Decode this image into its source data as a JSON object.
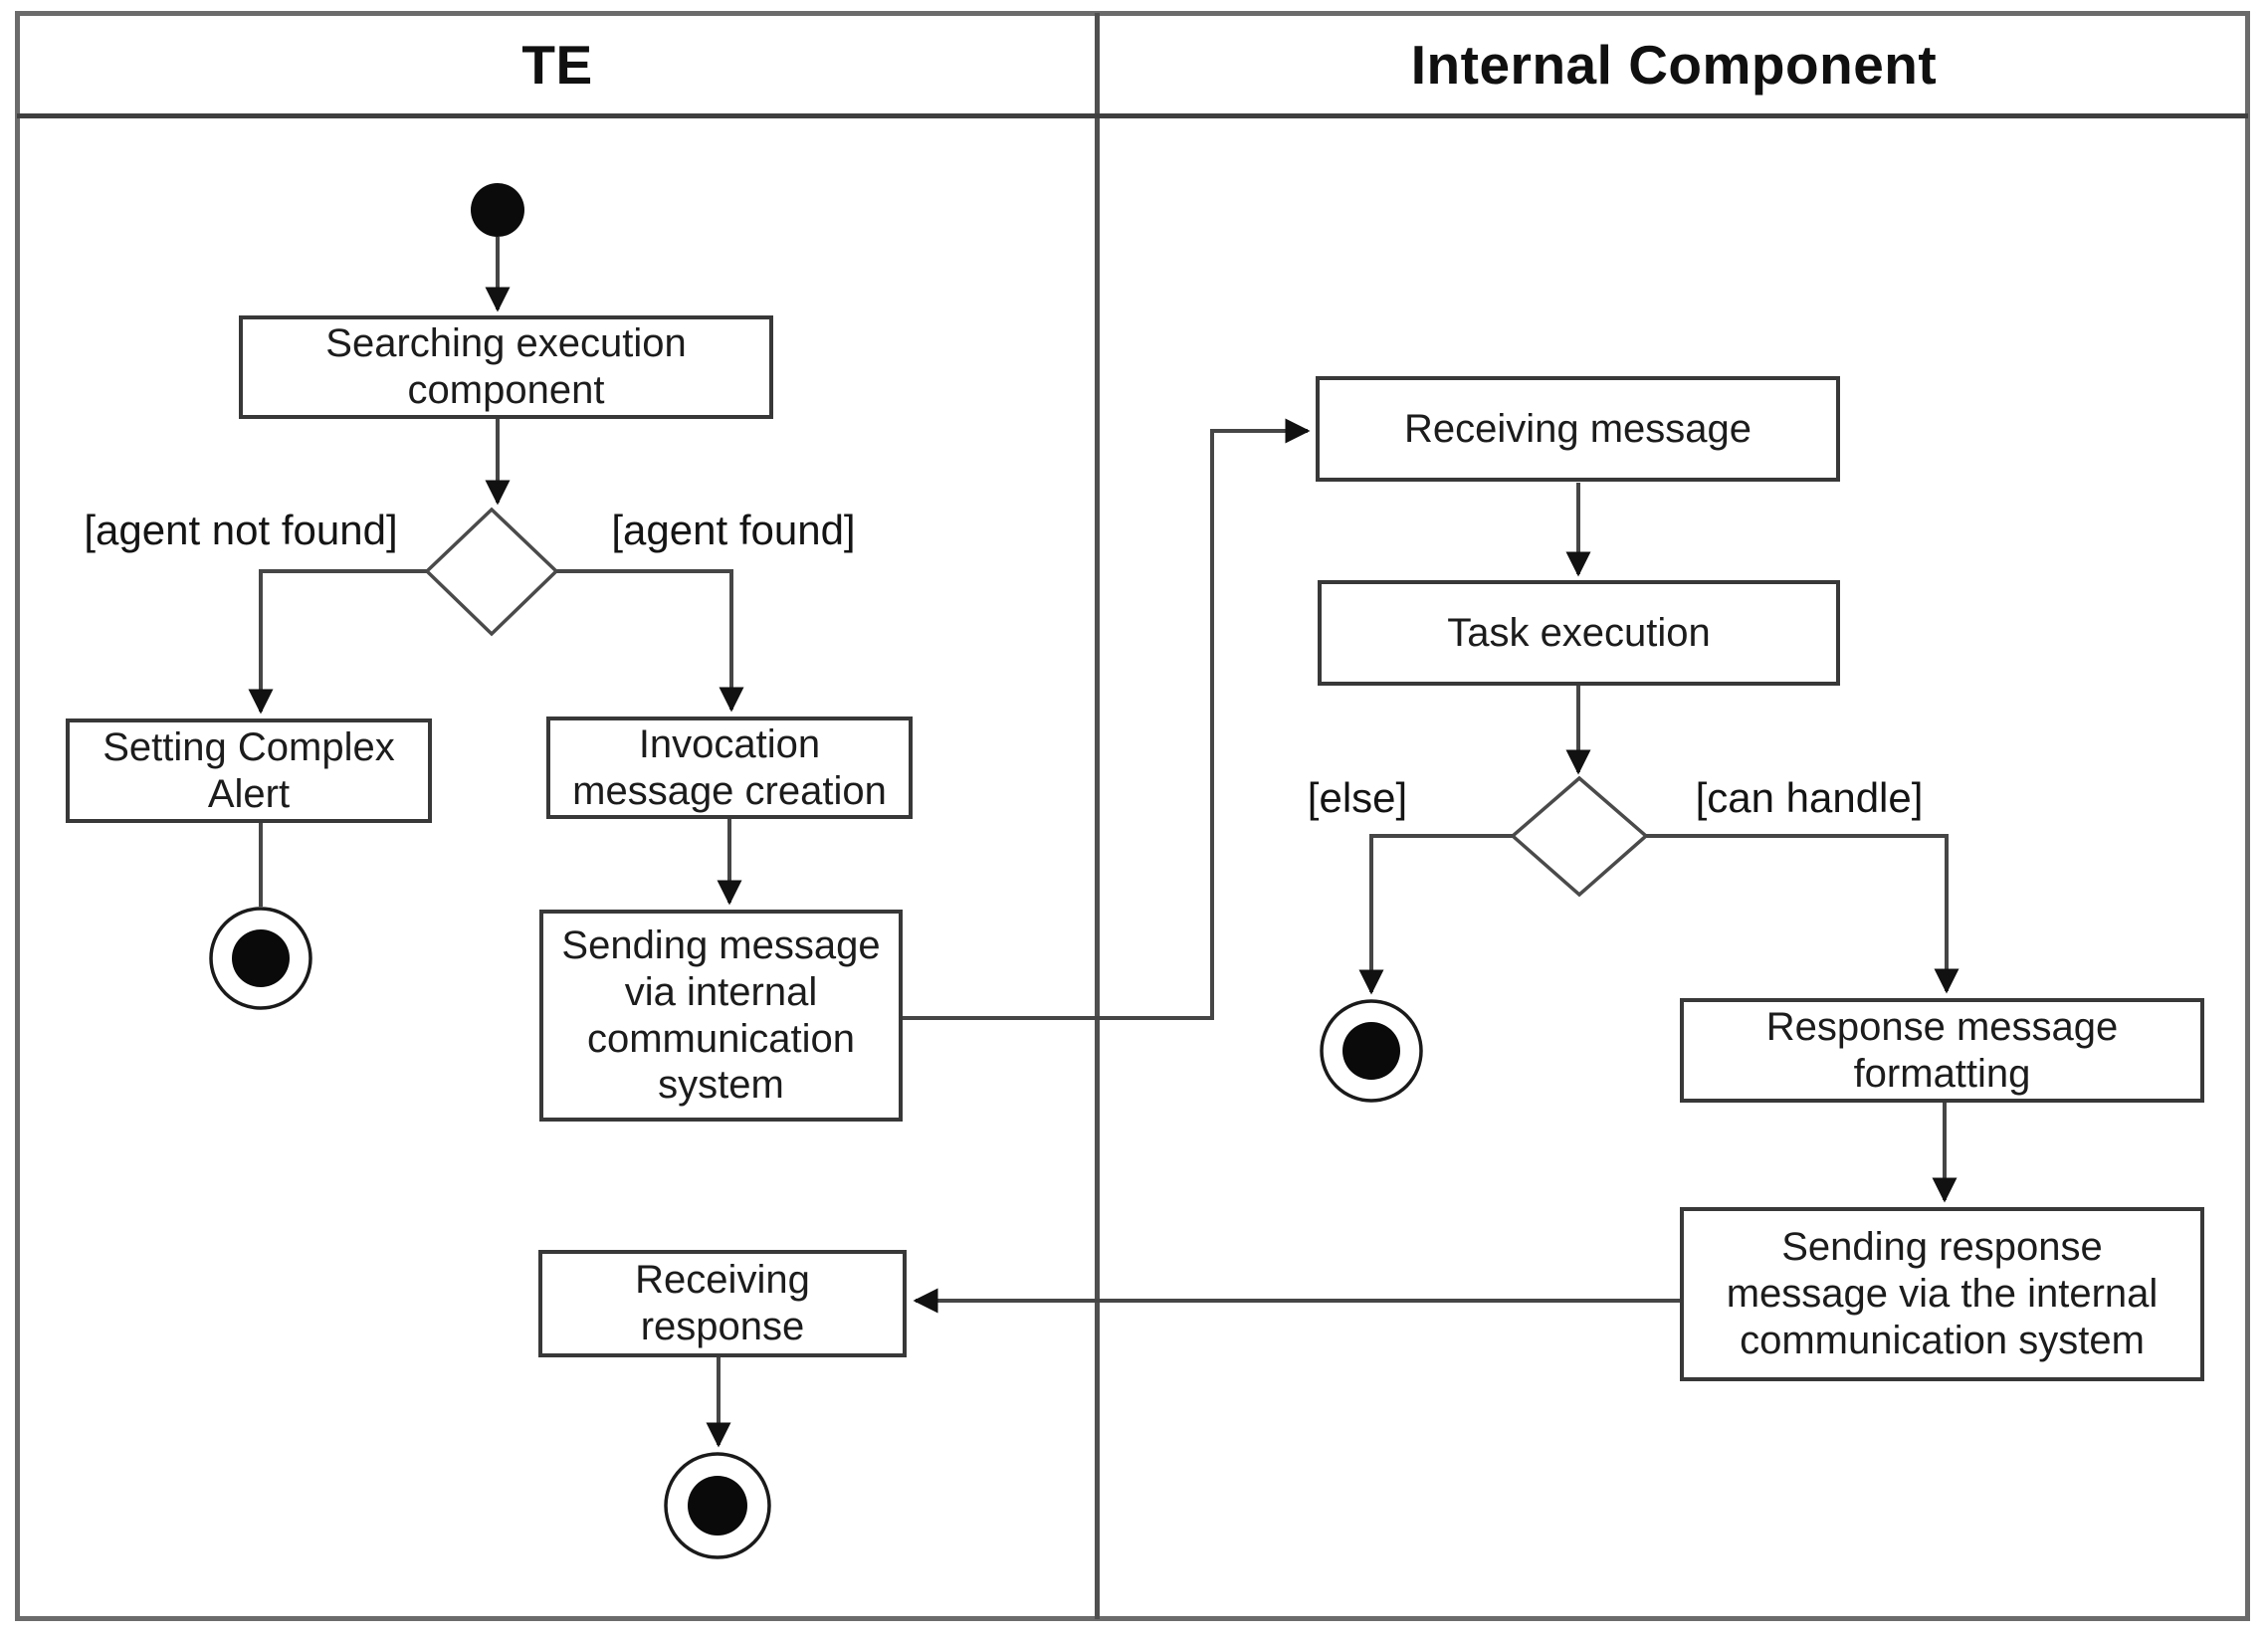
{
  "header": {
    "lane1_title": "TE",
    "lane2_title": "Internal Component"
  },
  "te_lane": {
    "searching_execution": "Searching execution\ncomponent",
    "guard_agent_not_found": "[agent not found]",
    "guard_agent_found": "[agent found]",
    "setting_complex_alert": "Setting Complex\nAlert",
    "invocation_message_creation": "Invocation\nmessage creation",
    "sending_message": "Sending message\nvia internal\ncommunication\nsystem",
    "receiving_response": "Receiving\nresponse"
  },
  "internal_lane": {
    "receiving_message": "Receiving message",
    "task_execution": "Task execution",
    "guard_else": "[else]",
    "guard_can_handle": "[can handle]",
    "response_message_formatting": "Response message\nformatting",
    "sending_response_message": "Sending response\nmessage via the internal\ncommunication system"
  }
}
